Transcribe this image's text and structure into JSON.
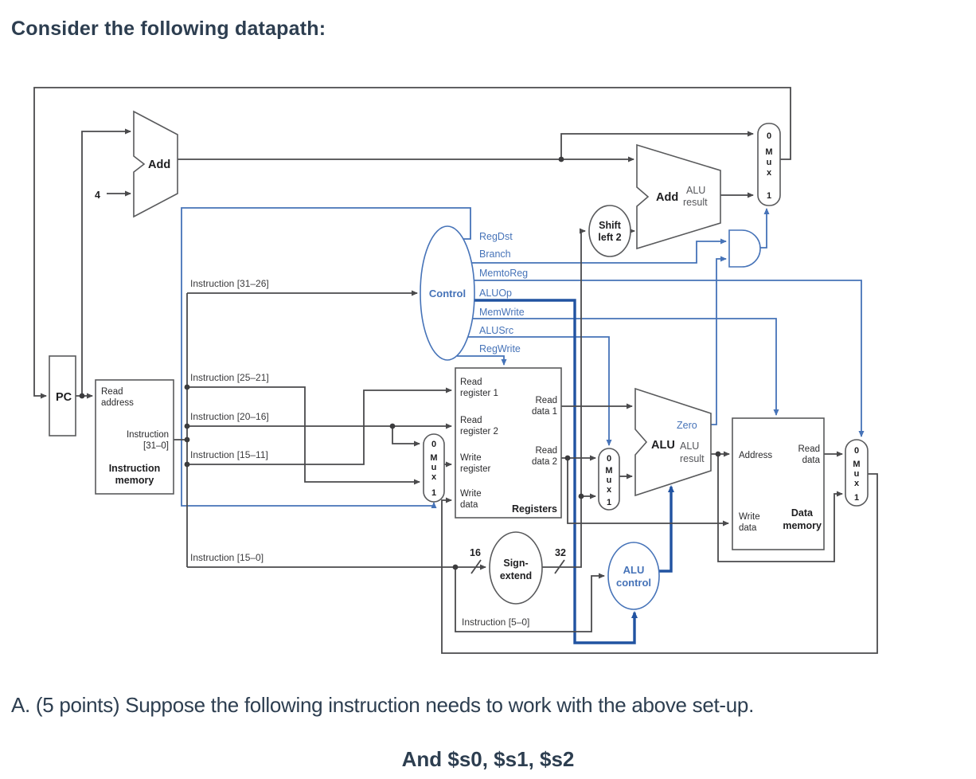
{
  "heading": "Consider the following datapath:",
  "question": {
    "text": "A.  (5 points) Suppose the following instruction needs to work with the above set-up.",
    "emphasis": "And $s0, $s1, $s2"
  },
  "colors": {
    "wire": "#4a4a4c",
    "control_blue": "#4673b8",
    "control_blue_dark": "#2153a1",
    "heading_text": "#2d3e50"
  },
  "diagram": {
    "pc_label": "PC",
    "const_four": "4",
    "adder_pc": {
      "name": "Add"
    },
    "adder_branch": {
      "name": "Add",
      "result": [
        "ALU",
        "result"
      ]
    },
    "alu": {
      "name": "ALU",
      "result": [
        "ALU",
        "result"
      ],
      "zero": "Zero"
    },
    "control": {
      "name": "Control",
      "signals": [
        "RegDst",
        "Branch",
        "MemtoReg",
        "ALUOp",
        "MemWrite",
        "ALUSrc",
        "RegWrite"
      ]
    },
    "shift_left_2": [
      "Shift",
      "left 2"
    ],
    "sign_extend": {
      "label": [
        "Sign-",
        "extend"
      ],
      "in_width": "16",
      "out_width": "32"
    },
    "alu_control": [
      "ALU",
      "control"
    ],
    "instruction_memory": {
      "read_address": [
        "Read",
        "address"
      ],
      "instruction_out": [
        "Instruction",
        "[31–0]"
      ],
      "name": [
        "Instruction",
        "memory"
      ]
    },
    "registers": {
      "read_register_1": [
        "Read",
        "register 1"
      ],
      "read_register_2": [
        "Read",
        "register 2"
      ],
      "write_register": [
        "Write",
        "register"
      ],
      "write_data": [
        "Write",
        "data"
      ],
      "read_data_1": [
        "Read",
        "data 1"
      ],
      "read_data_2": [
        "Read",
        "data 2"
      ],
      "name": "Registers"
    },
    "data_memory": {
      "address": "Address",
      "read_data": [
        "Read",
        "data"
      ],
      "write_data": [
        "Write",
        "data"
      ],
      "name": [
        "Data",
        "memory"
      ]
    },
    "mux": [
      "0",
      "M",
      "u",
      "x",
      "1"
    ],
    "fields": {
      "i31_26": "Instruction [31–26]",
      "i25_21": "Instruction [25–21]",
      "i20_16": "Instruction [20–16]",
      "i15_11": "Instruction [15–11]",
      "i15_0": "Instruction [15–0]",
      "i5_0": "Instruction [5–0]"
    }
  }
}
